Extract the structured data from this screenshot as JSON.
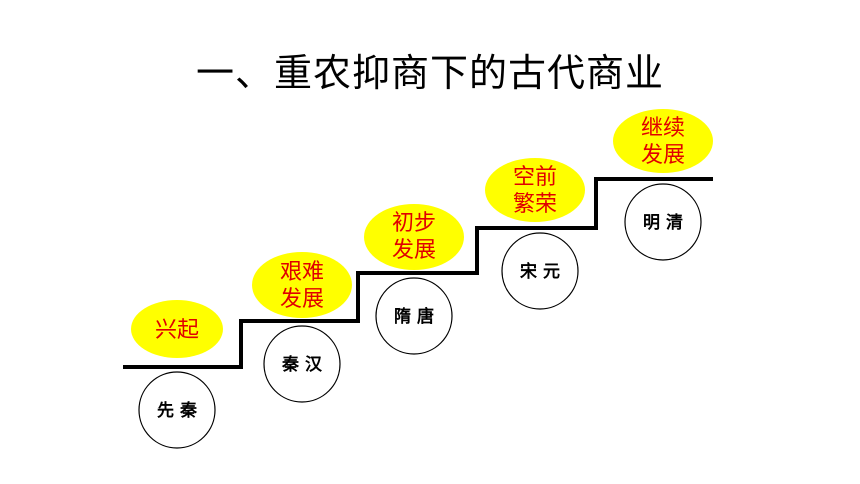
{
  "title": "一、重农抑商下的古代商业",
  "colors": {
    "bubble_fill": "#ffff00",
    "bubble_text": "#e00000",
    "stair_line": "#000000",
    "circle_stroke": "#000000"
  },
  "stages": [
    {
      "era": "先 秦",
      "label_lines": [
        "兴起"
      ]
    },
    {
      "era": "秦 汉",
      "label_lines": [
        "艰难",
        "发展"
      ]
    },
    {
      "era": "隋 唐",
      "label_lines": [
        "初步",
        "发展"
      ]
    },
    {
      "era": "宋 元",
      "label_lines": [
        "空前",
        "繁荣"
      ]
    },
    {
      "era": "明 清",
      "label_lines": [
        "继续",
        "发展"
      ]
    }
  ]
}
